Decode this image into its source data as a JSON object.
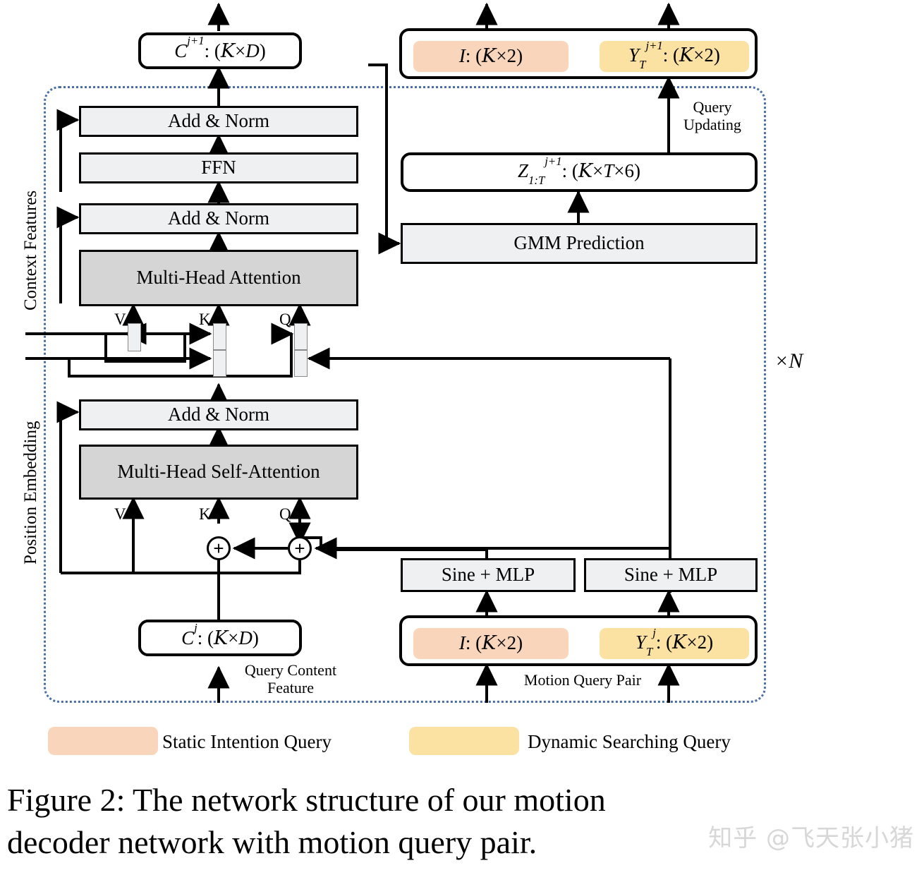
{
  "figure": {
    "caption_line1": "Figure 2:  The network structure of our motion",
    "caption_line2": "decoder network with motion query pair.",
    "watermark": "知乎 @飞天张小猪"
  },
  "colors": {
    "static_intention": "#F9D5BC",
    "dynamic_searching": "#FBE2A2",
    "process_box": "#EFF0F1",
    "attention_box": "#D5D5D5",
    "dashed_border": "#4A6FA5",
    "stroke": "#000000"
  },
  "side_labels": {
    "context_features": "Context Features",
    "position_embedding": "Position Embedding",
    "repeat": "×N"
  },
  "outputs": {
    "context_out": "C^{j+1}: (K×D)",
    "intention_out": "I: (K×2)",
    "trajectory_out": "Y_T^{j+1}: (K×2)"
  },
  "blocks": {
    "add_norm_1": "Add & Norm",
    "ffn": "FFN",
    "add_norm_2": "Add & Norm",
    "multi_head_attention": "Multi-Head Attention",
    "add_norm_3": "Add & Norm",
    "multi_head_self_attention": "Multi-Head Self-Attention",
    "gmm_prediction": "GMM Prediction",
    "gmm_output": "Z_{1:T}^{j+1}: (K×T×6)",
    "sine_mlp_left": "Sine + MLP",
    "sine_mlp_right": "Sine + MLP",
    "query_content": "C^{j}: (K×D)",
    "intention_in": "I: (K×2)",
    "trajectory_in": "Y_T^{j}: (K×2)"
  },
  "annotations": {
    "query_updating_l1": "Query",
    "query_updating_l2": "Updating",
    "query_content_l1": "Query Content",
    "query_content_l2": "Feature",
    "motion_query_pair": "Motion Query Pair"
  },
  "qkv_labels": {
    "cross_v": "V",
    "cross_k": "K",
    "cross_q": "Q",
    "self_v": "V",
    "self_k": "K",
    "self_q": "Q",
    "plus_left": "+",
    "plus_right": "+"
  },
  "legend": [
    {
      "label": "Static Intention Query",
      "color": "#F9D5BC"
    },
    {
      "label": "Dynamic Searching Query",
      "color": "#FBE2A2"
    }
  ]
}
